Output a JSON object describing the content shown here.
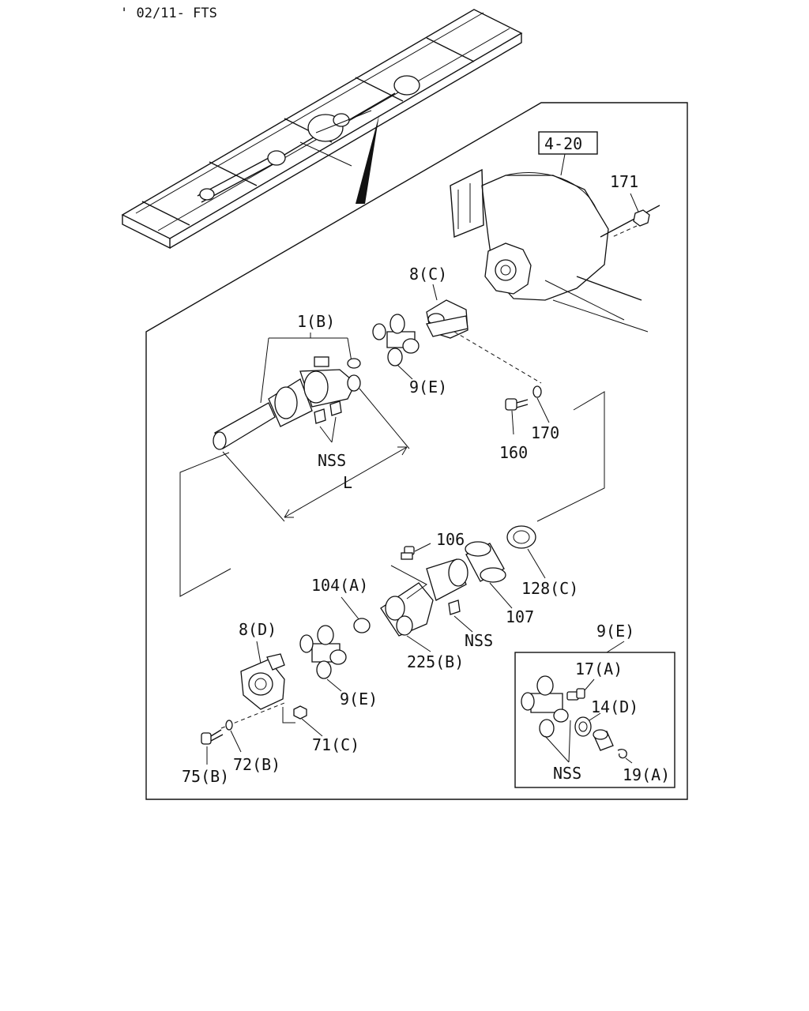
{
  "header": {
    "code": "' 02/11- FTS"
  },
  "ref_box": "4-20",
  "labels": {
    "p171": "171",
    "p8c": "8(C)",
    "p1b": "1(B)",
    "p9e_top": "9(E)",
    "p170": "170",
    "p160": "160",
    "nss_1": "NSS",
    "length_l": "L",
    "p106": "106",
    "p104a": "104(A)",
    "p128c": "128(C)",
    "p107": "107",
    "nss_2": "NSS",
    "p225b": "225(B)",
    "p8d": "8(D)",
    "p9e_mid": "9(E)",
    "p71c": "71(C)",
    "p75b": "75(B)",
    "p72b": "72(B)",
    "inset_title": "9(E)",
    "p17a": "17(A)",
    "p14d": "14(D)",
    "nss_3": "NSS",
    "p19a": "19(A)"
  }
}
